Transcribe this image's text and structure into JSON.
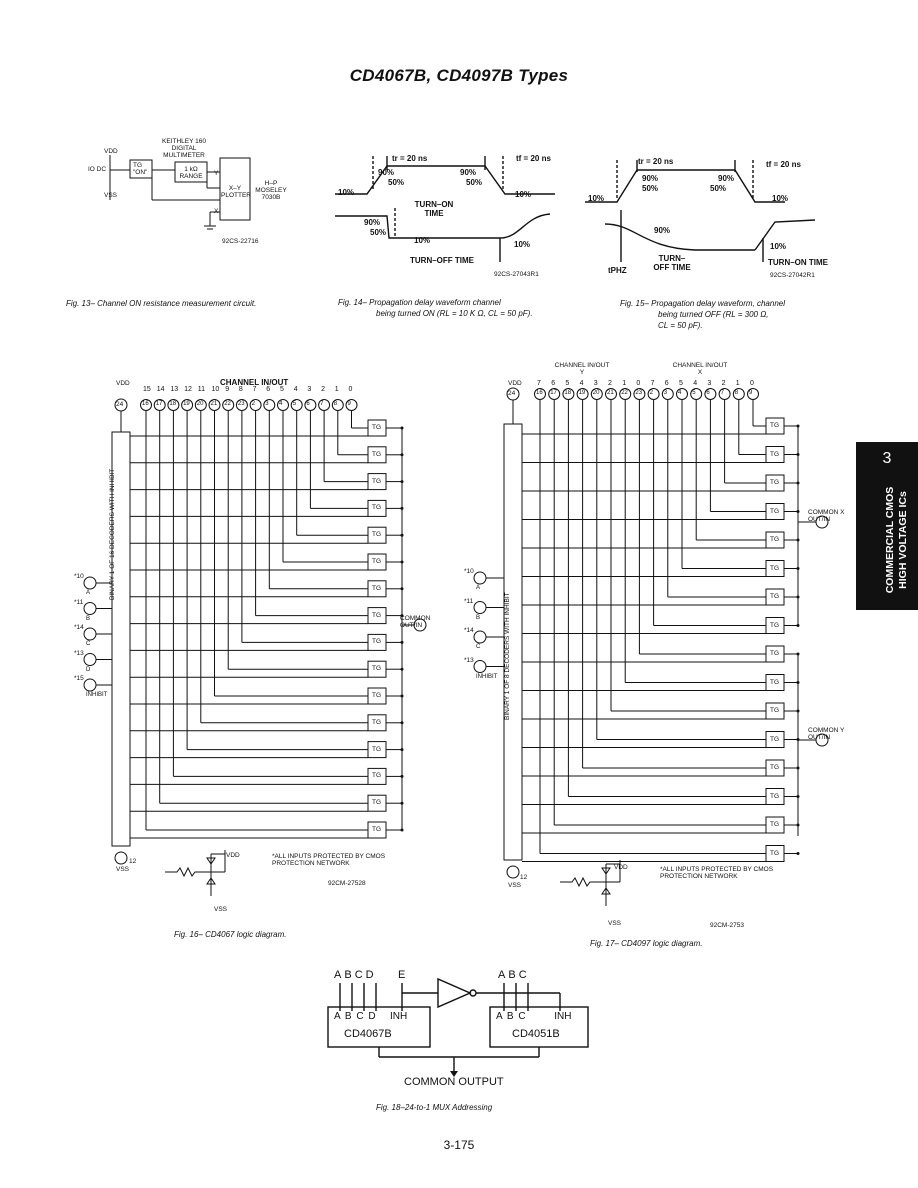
{
  "page": {
    "title": "CD4067B, CD4097B Types",
    "page_number": "3-175"
  },
  "side_tab": {
    "number": "3",
    "line1": "COMMERCIAL CMOS",
    "line2": "HIGH VOLTAGE ICs"
  },
  "fig13": {
    "caption": "Fig. 13– Channel ON resistance measurement circuit.",
    "labels": {
      "vdd": "VDD",
      "vss": "VSS",
      "iodc": "IO DC",
      "tg_on": "TG \"ON\"",
      "multimeter": "KEITHLEY 160 DIGITAL MULTIMETER",
      "range": "1 kΩ RANGE",
      "plotter": "X–Y PLOTTER",
      "plotter_model": "H–P MOSELEY 7030B",
      "y": "Y",
      "x": "X",
      "code": "92CS-22716"
    }
  },
  "fig14": {
    "caption_line1": "Fig. 14– Propagation delay waveform channel",
    "caption_line2": "being turned ON (RL = 10 K Ω, CL = 50 pF).",
    "labels": {
      "tr": "tr = 20 ns",
      "tf": "tf = 20 ns",
      "p90a": "90%",
      "p50a": "50%",
      "p90b": "90%",
      "p50b": "50%",
      "p10a": "10%",
      "p10b": "10%",
      "p90c": "90%",
      "p50c": "50%",
      "turn_on": "TURN–ON TIME",
      "p10c": "10%",
      "p10d": "10%",
      "turn_off": "TURN–OFF TIME",
      "code": "92CS-27043R1"
    }
  },
  "fig15": {
    "caption_line1": "Fig. 15– Propagation delay waveform, channel",
    "caption_line2": "being turned OFF (RL = 300 Ω,",
    "caption_line3": "CL = 50 pF).",
    "labels": {
      "tr": "tr = 20 ns",
      "tf": "tf = 20 ns",
      "p90a": "90%",
      "p50a": "50%",
      "p90b": "90%",
      "p50b": "50%",
      "p10a": "10%",
      "p10b": "10%",
      "p90c": "90%",
      "p10c": "10%",
      "tphz": "tPHZ",
      "turn_off": "TURN–OFF TIME",
      "turn_on": "TURN–ON TIME",
      "code": "92CS-27042R1"
    }
  },
  "fig16": {
    "caption": "Fig. 16– CD4067 logic diagram.",
    "header": "CHANNEL IN/OUT",
    "vdd": "VDD",
    "vdd_pin": "24",
    "channels": [
      "15",
      "14",
      "13",
      "12",
      "11",
      "10",
      "9",
      "8",
      "7",
      "6",
      "5",
      "4",
      "3",
      "2",
      "1",
      "0"
    ],
    "pins": [
      "16",
      "17",
      "18",
      "19",
      "20",
      "21",
      "22",
      "23",
      "2",
      "3",
      "4",
      "5",
      "6",
      "7",
      "8",
      "9"
    ],
    "decoder": "BINARY 1 OF 16 DECODERS WITH INHIBIT",
    "inputs": [
      {
        "pin": "*10",
        "name": "A"
      },
      {
        "pin": "*11",
        "name": "B"
      },
      {
        "pin": "*14",
        "name": "C"
      },
      {
        "pin": "*13",
        "name": "D"
      },
      {
        "pin": "*15",
        "name": "INHIBIT"
      }
    ],
    "tg_label": "TG",
    "common": "COMMON OUT/IN",
    "common_pin": "1",
    "vss": "VSS",
    "vss_pin": "12",
    "vdd2": "VDD",
    "vss2": "VSS",
    "note": "*ALL INPUTS PROTECTED BY CMOS PROTECTION NETWORK",
    "code": "92CM-27528"
  },
  "fig17": {
    "caption": "Fig. 17– CD4097 logic diagram.",
    "header_y": "CHANNEL IN/OUT Y",
    "header_x": "CHANNEL IN/OUT X",
    "vdd": "VDD",
    "vdd_pin": "24",
    "channels": [
      "7",
      "6",
      "5",
      "4",
      "3",
      "2",
      "1",
      "0",
      "7",
      "6",
      "5",
      "4",
      "3",
      "2",
      "1",
      "0"
    ],
    "pins": [
      "16",
      "17",
      "18",
      "19",
      "20",
      "21",
      "22",
      "23",
      "2",
      "3",
      "4",
      "5",
      "6",
      "7",
      "8",
      "9"
    ],
    "decoder": "BINARY 1 OF 8 DECODERS WITH INHIBIT",
    "inputs": [
      {
        "pin": "*10",
        "name": "A"
      },
      {
        "pin": "*11",
        "name": "B"
      },
      {
        "pin": "*14",
        "name": "C"
      },
      {
        "pin": "*13",
        "name": "INHIBIT"
      }
    ],
    "tg_label": "TG",
    "common_x": "COMMON X OUT/IN",
    "common_x_pin": "1",
    "common_y": "COMMON Y OUT/IN",
    "common_y_pin": "17",
    "vss": "VSS",
    "vss_pin": "12",
    "vdd2": "VDD",
    "vss2": "VSS",
    "note": "*ALL INPUTS PROTECTED BY CMOS PROTECTION NETWORK",
    "code": "92CM-2753"
  },
  "fig18": {
    "caption": "Fig. 18–24-to-1 MUX Addressing",
    "top_left": [
      "A",
      "B",
      "C",
      "D",
      "E"
    ],
    "top_right": [
      "A",
      "B",
      "C"
    ],
    "chip1_pins": [
      "A",
      "B",
      "C",
      "D",
      "INH"
    ],
    "chip1_name": "CD4067B",
    "chip2_pins": [
      "A",
      "B",
      "C",
      "INH"
    ],
    "chip2_name": "CD4051B",
    "output": "COMMON OUTPUT"
  }
}
